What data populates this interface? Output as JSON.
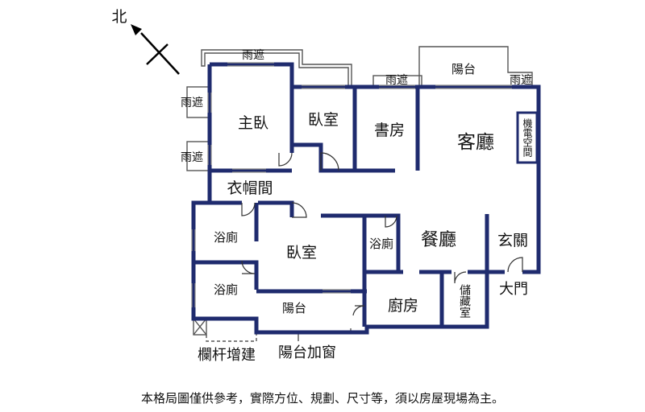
{
  "compass": {
    "label": "北"
  },
  "rooms": {
    "master_bedroom": "主臥",
    "bedroom_top": "臥室",
    "study": "書房",
    "living_room": "客廳",
    "machine_room": "機電空間",
    "wardrobe": "衣帽間",
    "bathroom_upper_left": "浴廁",
    "bathroom_lower_left": "浴廁",
    "bathroom_middle": "浴廁",
    "bedroom_middle": "臥室",
    "dining_room": "餐廳",
    "foyer": "玄關",
    "kitchen": "廚房",
    "storage": "儲藏室",
    "balcony_top": "陽台",
    "balcony_bottom": "陽台"
  },
  "annotations": {
    "canopy_top_left": "雨遮",
    "canopy_left_upper": "雨遮",
    "canopy_left_lower": "雨遮",
    "canopy_top_middle": "雨遮",
    "canopy_top_right": "雨遮",
    "main_door": "大門",
    "railing_addition": "欄杆增建",
    "balcony_window": "陽台加窗"
  },
  "disclaimer": "本格局圖僅供參考，實際方位、規劃、尺寸等，須以房屋現場為主。",
  "colors": {
    "wall": "#1f2b6e",
    "outline": "#444444",
    "text": "#111111"
  }
}
